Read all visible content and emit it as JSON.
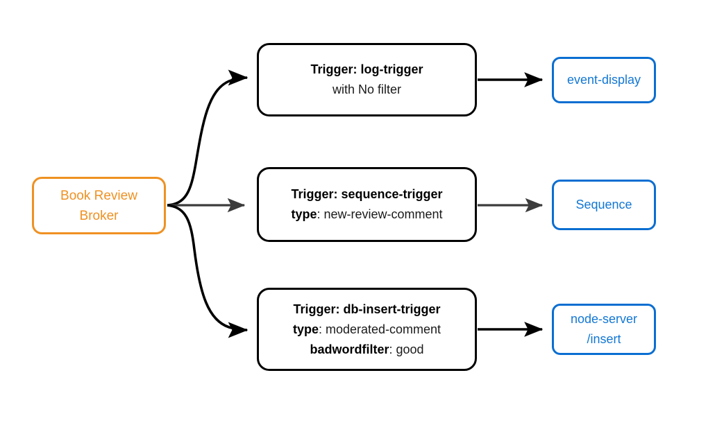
{
  "diagram": {
    "type": "flow-diagram",
    "background_color": "#ffffff",
    "colors": {
      "broker_stroke": "#ef9122",
      "broker_text": "#ef9122",
      "trigger_stroke": "#000000",
      "trigger_text": "#1a1a1a",
      "sink_stroke": "#0a6ed1",
      "sink_text": "#1277d4",
      "edge_black": "#000000",
      "edge_gray": "#3c3c3c"
    },
    "broker": {
      "label_line1": "Book Review",
      "label_line2": "Broker"
    },
    "rows": [
      {
        "trigger": {
          "line1_bold": "Trigger: log-trigger",
          "line2_bold": "",
          "line2_rest": "with No filter",
          "line3_bold": "",
          "line3_rest": ""
        },
        "sink": {
          "line1": "event-display",
          "line2": ""
        },
        "edge_color": "#000000"
      },
      {
        "trigger": {
          "line1_bold": "Trigger: sequence-trigger",
          "line2_bold": "type",
          "line2_rest": ": new-review-comment",
          "line3_bold": "",
          "line3_rest": ""
        },
        "sink": {
          "line1": "Sequence",
          "line2": ""
        },
        "edge_color": "#3c3c3c"
      },
      {
        "trigger": {
          "line1_bold": "Trigger: db-insert-trigger",
          "line2_bold": "type",
          "line2_rest": ": moderated-comment",
          "line3_bold": "badwordfilter",
          "line3_rest": ": good"
        },
        "sink": {
          "line1": "node-server",
          "line2": "/insert"
        },
        "edge_color": "#000000"
      }
    ]
  }
}
